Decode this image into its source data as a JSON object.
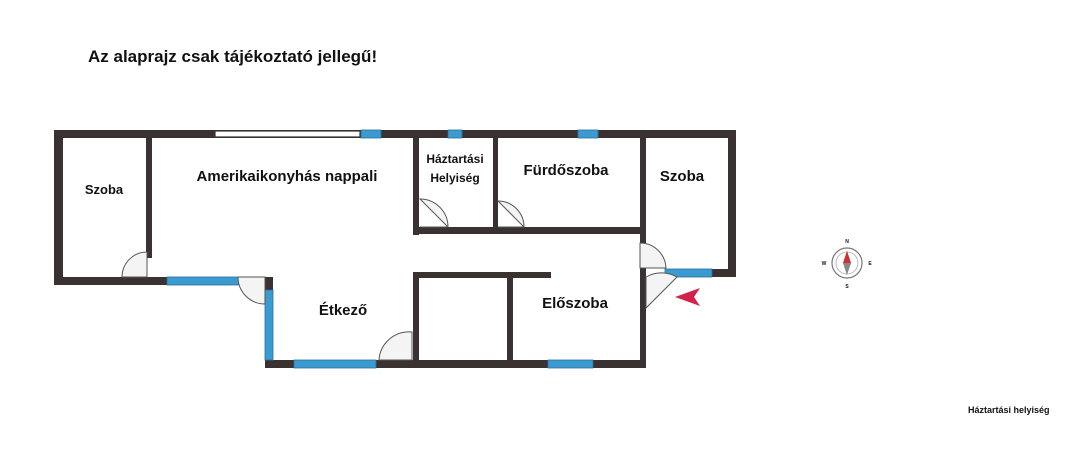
{
  "notice": "Az alaprajz csak tájékoztató jellegű!",
  "rooms": {
    "szoba_left": "Szoba",
    "nappali": "Amerikaikonyhás nappali",
    "haztartasi_line1": "Háztartási",
    "haztartasi_line2": "Helyiség",
    "furdoszoba": "Fürdőszoba",
    "szoba_right": "Szoba",
    "etkezo": "Étkező",
    "eloszoba": "Előszoba"
  },
  "compass": {
    "n": "N",
    "s": "S",
    "e": "E",
    "w": "W"
  },
  "caption": "Háztartási helyiség",
  "colors": {
    "wall": "#3a3230",
    "window": "#3b9bd0",
    "entrance_arrow": "#d0224a",
    "door": "#555555"
  }
}
